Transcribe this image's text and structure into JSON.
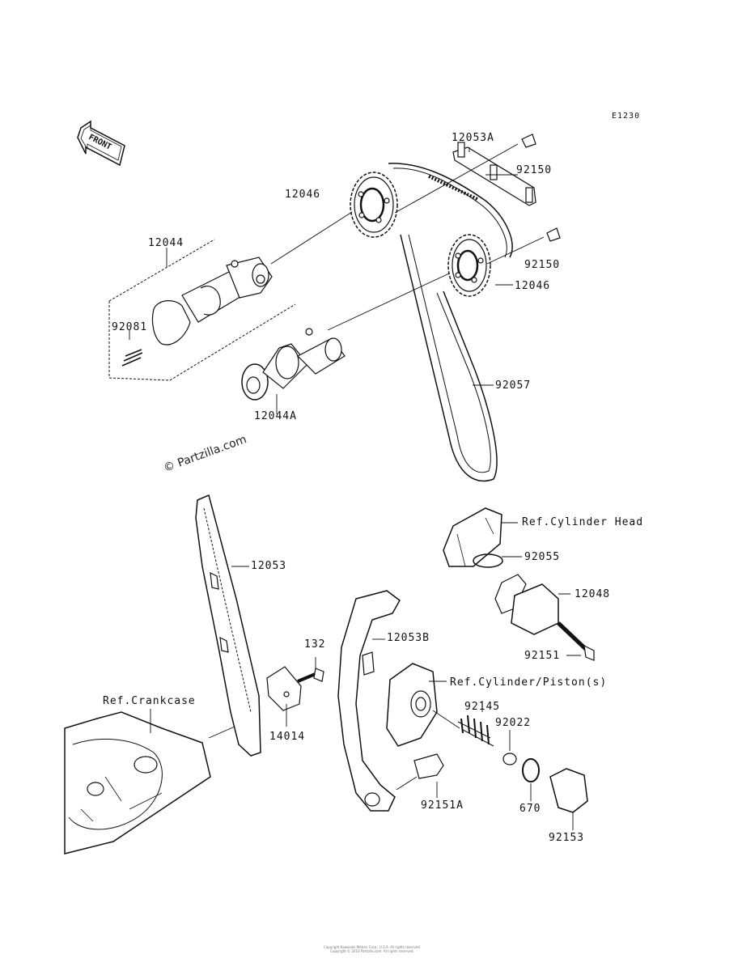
{
  "diagram_code": "E1230",
  "front_label": "FRONT",
  "watermark": "© Partzilla.com",
  "footer_lines": [
    "Copyright Kawasaki Motors Corp., U.S.A. All rights reserved.",
    "Copyright © 2010 Partzilla.com. All rights reserved."
  ],
  "labels": {
    "p12053A": "12053A",
    "p92150_top": "92150",
    "p12046_top": "12046",
    "p12044": "12044",
    "p92150_mid": "92150",
    "p12046_mid": "12046",
    "p92081": "92081",
    "p92057": "92057",
    "p12044A": "12044A",
    "p12053": "12053",
    "ref_cylinder_head": "Ref.Cylinder Head",
    "p92055": "92055",
    "p12048": "12048",
    "p92151": "92151",
    "p132": "132",
    "p12053B": "12053B",
    "ref_cylinder_piston": "Ref.Cylinder/Piston(s)",
    "ref_crankcase": "Ref.Crankcase",
    "p92145": "92145",
    "p92022": "92022",
    "p14014": "14014",
    "p92151A": "92151A",
    "p670": "670",
    "p92153": "92153"
  }
}
